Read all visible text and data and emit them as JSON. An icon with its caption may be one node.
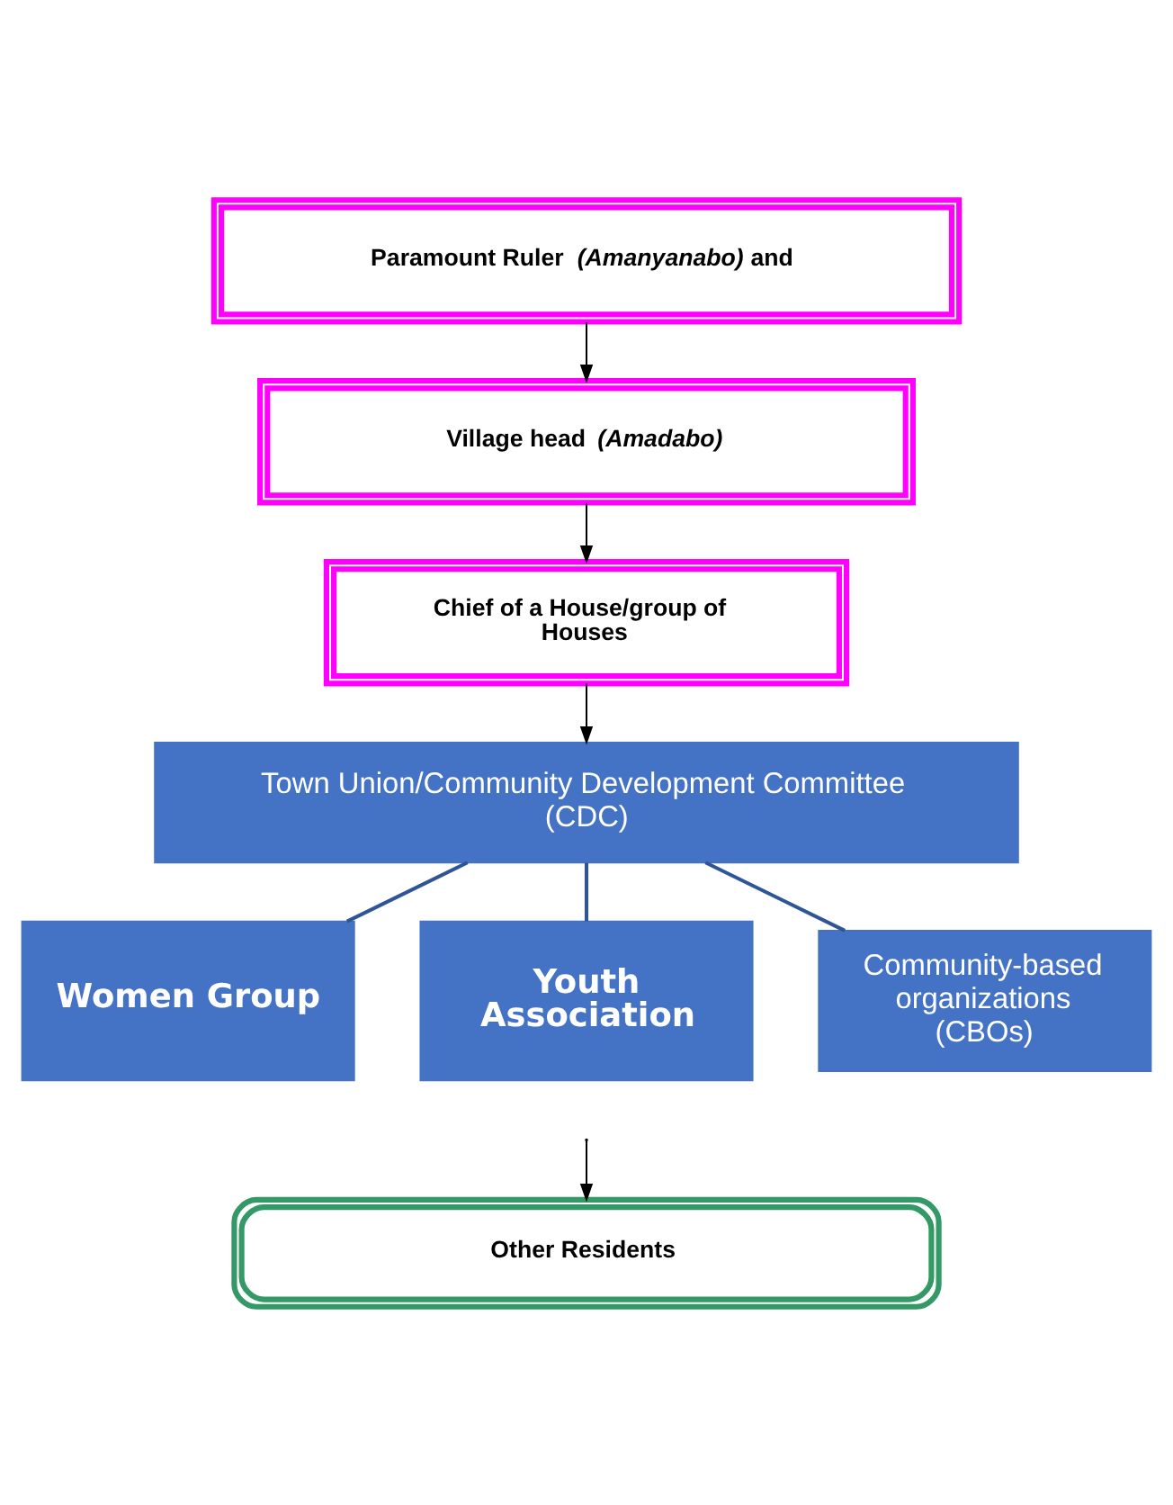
{
  "diagram": {
    "nodes": [
      {
        "text": [
          "Paramount Ruler *(Amanyanabo)* and"
        ]
      },
      {
        "text": [
          "Village head *(Amadabo)*"
        ]
      },
      {
        "text": [
          "Chief of a House/group of Houses"
        ]
      },
      {
        "text": [
          "Town Union/Community Development Committee (CDC)"
        ]
      },
      {
        "text": [
          "Women Group"
        ]
      },
      {
        "text": [
          "Youth Association"
        ]
      },
      {
        "text": [
          "Community-based organizations (CBOs)"
        ]
      },
      {
        "text": [
          "Other Residents"
        ]
      }
    ],
    "edges": [
      {
        "from": 0,
        "to": 1,
        "arrow": "to"
      },
      {
        "from": 1,
        "to": 2,
        "arrow": "to"
      },
      {
        "from": 2,
        "to": 3,
        "arrow": "to"
      },
      {
        "from": 3,
        "to": 4,
        "arrow": "none",
        "color": "#2f5597"
      },
      {
        "from": 3,
        "to": 5,
        "arrow": "none",
        "color": "#2f5597"
      },
      {
        "from": 3,
        "to": 6,
        "arrow": "none",
        "color": "#2f5597"
      },
      {
        "from": null,
        "to": 7,
        "arrow": "to"
      }
    ]
  }
}
